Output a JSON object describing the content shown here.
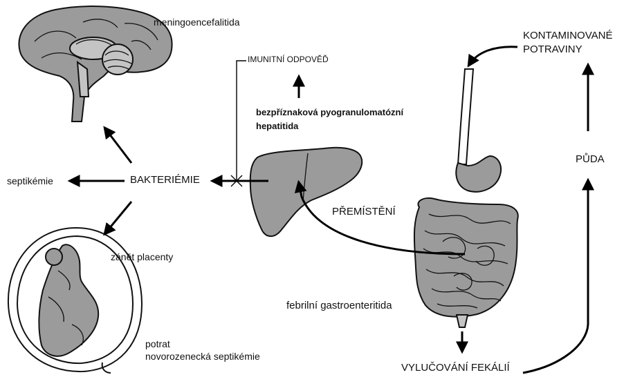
{
  "labels": {
    "meningo": "meningoencefalitida",
    "kontaminovane": "KONTAMINOVANÉ",
    "potraviny": "POTRAVINY",
    "imunitni": "IMUNITNÍ ODPOVĚĎ",
    "hepatitida_1": "bezpříznaková pyogranulomatózní",
    "hepatitida_2": "hepatitida",
    "puda": "PŮDA",
    "septikemie": "septikémie",
    "bakteriemie": "BAKTERIÉMIE",
    "premisteni": "PŘEMÍSTĚNÍ",
    "zanet": "zánět placenty",
    "febrilni": "febrilní gastroenteritida",
    "potrat_1": "potrat",
    "potrat_2": "novorozenecká septikémie",
    "vylucovani": "VYLUČOVÁNÍ FEKÁLIÍ"
  },
  "colors": {
    "organ_fill": "#9b9b9b",
    "line": "#000000",
    "background": "#ffffff"
  }
}
